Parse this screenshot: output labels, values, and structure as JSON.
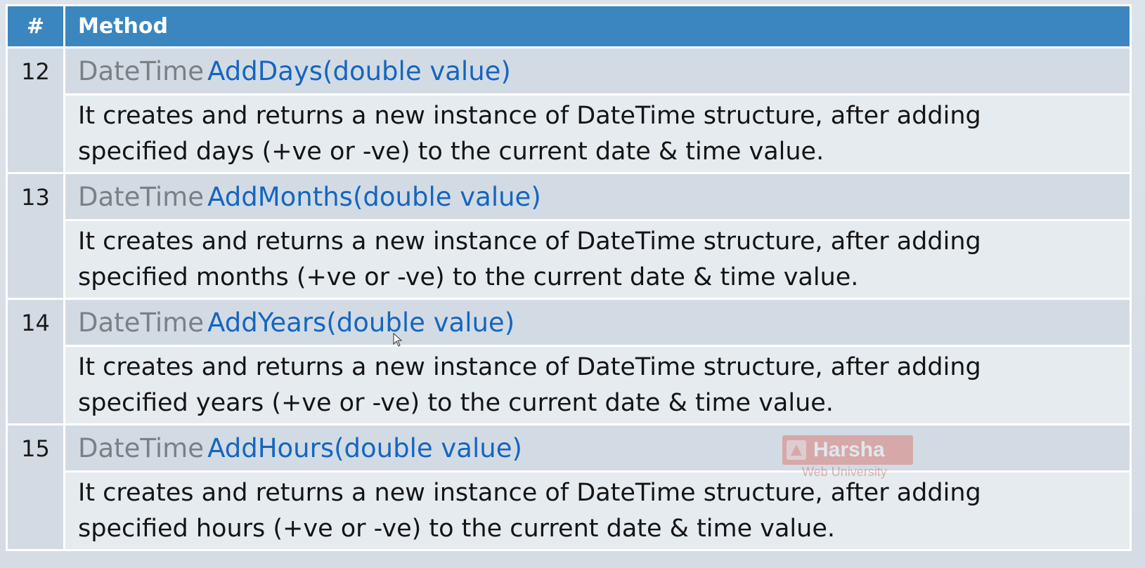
{
  "header": {
    "num_label": "#",
    "method_label": "Method"
  },
  "rows": [
    {
      "num": "12",
      "return_type": "DateTime",
      "signature": "AddDays(double  value)",
      "description": "It creates and returns a new instance of DateTime structure, after adding\nspecified days (+ve or -ve) to the current date & time value."
    },
    {
      "num": "13",
      "return_type": "DateTime",
      "signature": "AddMonths(double  value)",
      "description": "It creates and returns a new instance of DateTime structure, after adding\nspecified months (+ve or -ve) to the current date & time value."
    },
    {
      "num": "14",
      "return_type": "DateTime",
      "signature": "AddYears(double  value)",
      "description": "It creates and returns a new instance of DateTime structure, after adding\nspecified years (+ve or -ve) to the current date & time value."
    },
    {
      "num": "15",
      "return_type": "DateTime",
      "signature": "AddHours(double  value)",
      "description": "It creates and returns a new instance of DateTime structure, after adding\nspecified hours (+ve or -ve) to the current date & time value."
    }
  ],
  "watermark": {
    "brand": "Harsha",
    "subtitle": "Web University"
  },
  "colors": {
    "header_bg": "#3b86bf",
    "return_type": "#7b7f86",
    "method_name": "#1565c0",
    "signature_row_bg": "#d2dbe4",
    "description_row_bg": "#e6ebf0"
  },
  "icons": {
    "cursor": "mouse-pointer-icon",
    "watermark_logo": "harsha-logo-icon"
  }
}
